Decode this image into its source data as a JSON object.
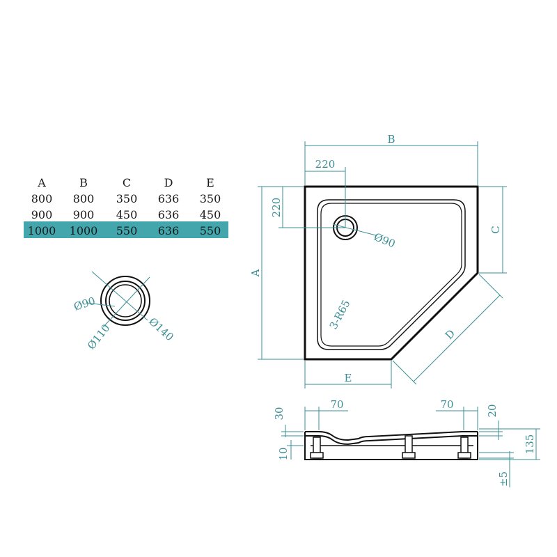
{
  "colors": {
    "accent": "#3a8f96",
    "highlight_row": "#44a6ad",
    "line": "#111111"
  },
  "size_table": {
    "headers": [
      "A",
      "B",
      "C",
      "D",
      "E"
    ],
    "rows": [
      [
        "800",
        "800",
        "350",
        "636",
        "350"
      ],
      [
        "900",
        "900",
        "450",
        "636",
        "450"
      ],
      [
        "1000",
        "1000",
        "550",
        "636",
        "550"
      ]
    ],
    "highlighted_row": 2
  },
  "drain_detail": {
    "inner_diameter": "Ø90",
    "middle_diameter": "Ø110",
    "outer_diameter": "Ø140"
  },
  "plan_view": {
    "width_label": "B",
    "height_label": "A",
    "side_label": "C",
    "diagonal_label": "D",
    "bottom_label": "E",
    "drain_offset_x": "220",
    "drain_offset_y": "220",
    "drain_diameter": "Ø90",
    "corner_radius": "3-R65"
  },
  "side_view": {
    "left_edge": "70",
    "right_edge": "70",
    "rim_height": "30",
    "foot_height": "10",
    "right_rim": "20",
    "total_height": "135",
    "adjustment": "±5"
  }
}
